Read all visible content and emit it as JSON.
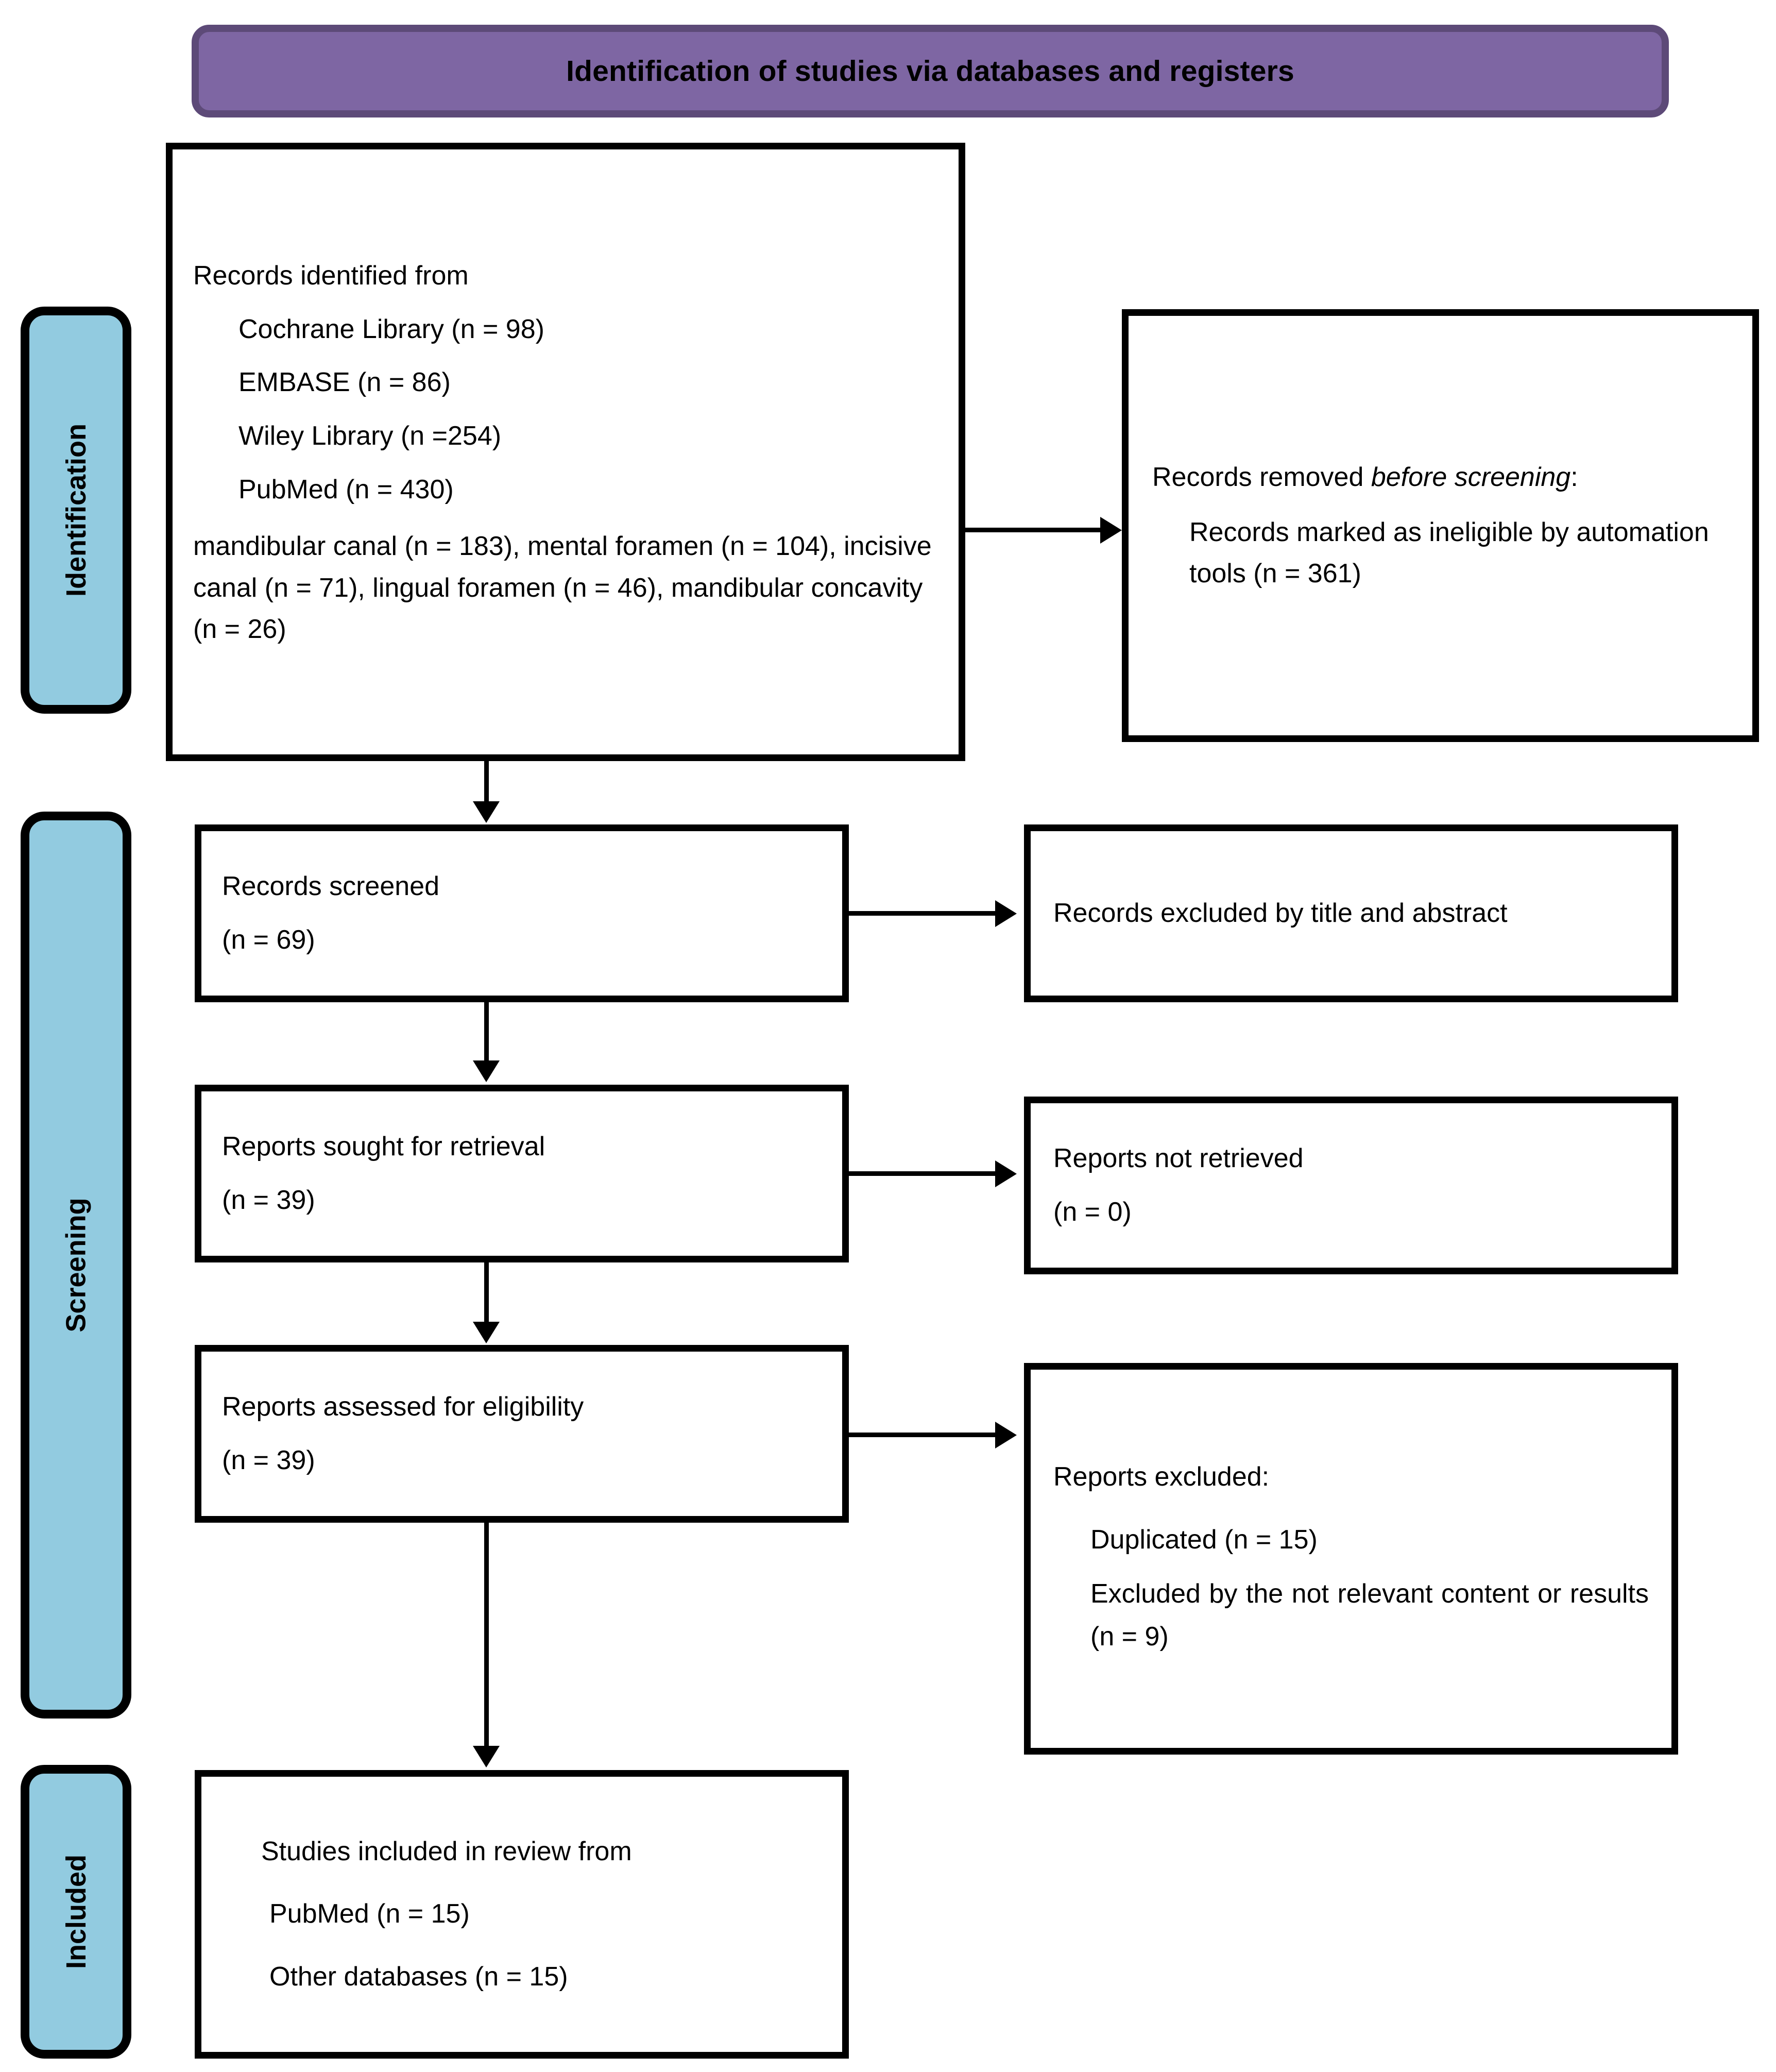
{
  "header": {
    "title": "Identification of studies via databases and registers",
    "fill_color": "#7e66a3",
    "border_color": "#5d4a78"
  },
  "stages": [
    {
      "label": "Identification"
    },
    {
      "label": "Screening"
    },
    {
      "label": "Included"
    }
  ],
  "stage_color": "#92cbe0",
  "boxes": {
    "identified": {
      "heading": "Records identified from",
      "sources": [
        "Cochrane Library (n = 98)",
        "EMBASE (n = 86)",
        "Wiley Library (n =254)",
        "PubMed (n = 430)"
      ],
      "detail": "mandibular canal (n = 183), mental foramen (n = 104), incisive canal (n = 71), lingual foramen (n = 46), mandibular concavity (n = 26)"
    },
    "removed_before_screening": {
      "line1_prefix": "Records removed ",
      "line1_italic": "before",
      "line2_italic": "screening",
      "line2_suffix": ":",
      "detail": "Records marked as ineligible by automation tools (n = 361)"
    },
    "records_screened": {
      "label": "Records screened",
      "count": "(n = 69)"
    },
    "records_excluded": {
      "text": "Records excluded by title and abstract"
    },
    "reports_sought": {
      "label": "Reports sought for retrieval",
      "count": "(n = 39)"
    },
    "reports_not_retrieved": {
      "label": "Reports not retrieved",
      "count": "(n = 0)"
    },
    "reports_assessed": {
      "label": "Reports assessed for eligibility",
      "count": "(n = 39)"
    },
    "reports_excluded": {
      "heading": "Reports excluded:",
      "item1": "Duplicated (n = 15)",
      "item2": "Excluded by the not relevant content or results (n = 9)"
    },
    "studies_included": {
      "heading": "Studies included in review from",
      "pubmed": "PubMed (n = 15)",
      "other": "Other databases (n = 15)"
    }
  }
}
